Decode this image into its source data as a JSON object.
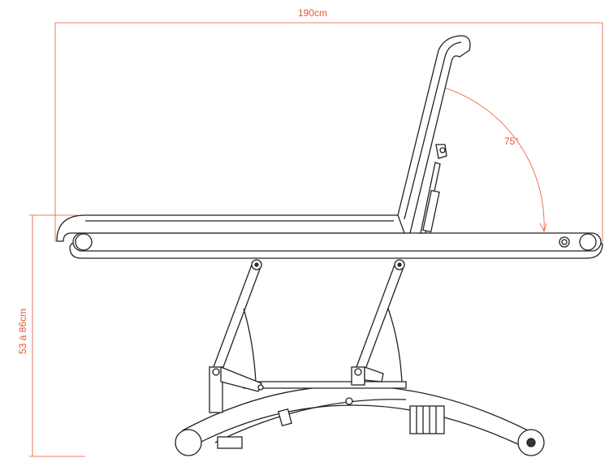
{
  "dimensions": {
    "length": "190cm",
    "height": "53 à 86cm",
    "backrest_angle": "75°"
  },
  "colors": {
    "dimension": "#e8552f",
    "drawing": "#222222"
  }
}
